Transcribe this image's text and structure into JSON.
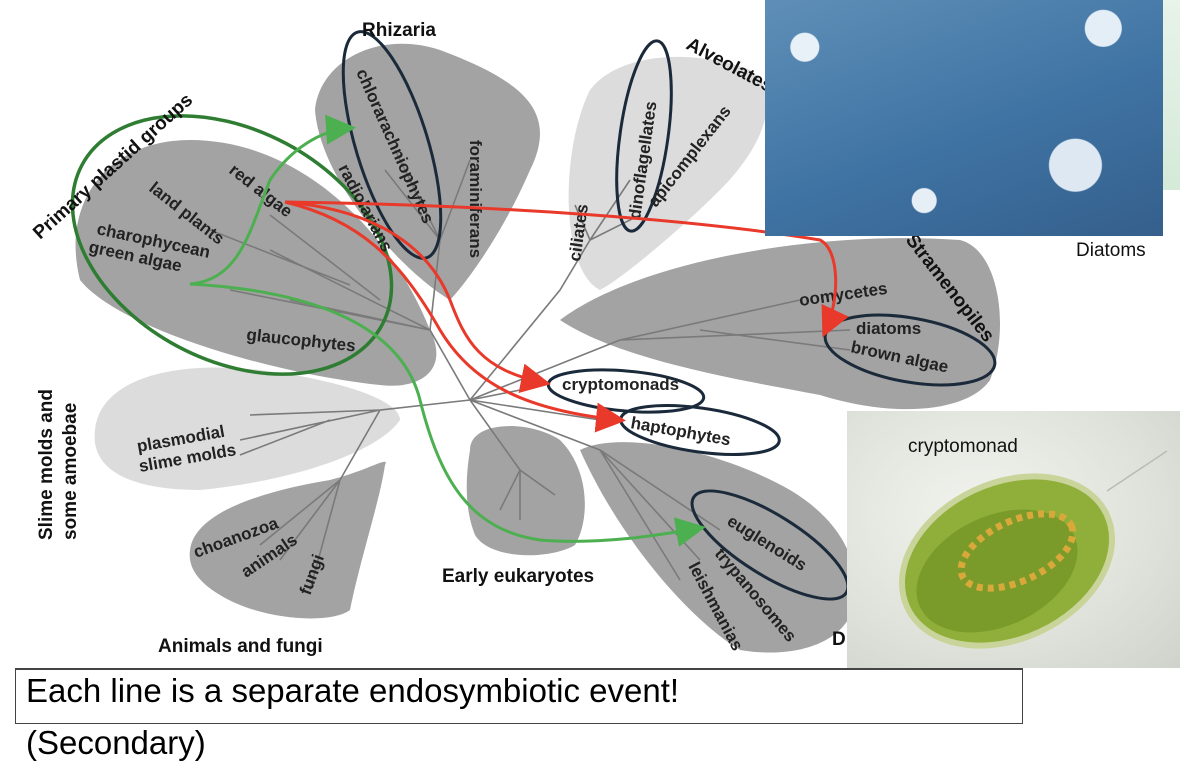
{
  "groups": {
    "rhizaria": "Rhizaria",
    "alveolates": "Alveolates",
    "stramenopiles": "Stramenopiles",
    "primary_plastid": "Primary plastid groups",
    "slime_molds": "Slime molds and",
    "slime_molds_2": "some amoebae",
    "animals_fungi": "Animals and fungi",
    "early_eukaryotes": "Early eukaryotes",
    "discicristates": "D"
  },
  "taxa": {
    "red_algae": "red algae",
    "land_plants": "land plants",
    "charophycean": "charophycean",
    "green_algae": "green algae",
    "glaucophytes": "glaucophytes",
    "chlorarachniophytes": "chlorarachniophytes",
    "radiolarians": "radiolarians",
    "foraminiferans": "foraminiferans",
    "ciliates": "ciliates",
    "dinoflagellates": "dinoflagellates",
    "apicomplexans": "apicomplexans",
    "oomycetes": "oomycetes",
    "diatoms": "diatoms",
    "brown_algae": "brown algae",
    "cryptomonads": "cryptomonads",
    "haptophytes": "haptophytes",
    "plasmodial": "plasmodial",
    "slime_molds": "slime molds",
    "choanozoa": "choanozoa",
    "animals": "animals",
    "fungi": "fungi",
    "euglenoids": "euglenoids",
    "trypanosomes": "trypanosomes",
    "leishmanias": "leishmanias"
  },
  "photos": {
    "diatoms_caption": "Diatoms",
    "cryptomonad_caption": "cryptomonad"
  },
  "caption": {
    "main": "Each line is a separate endosymbiotic event!",
    "sub": "(Secondary)"
  },
  "colors": {
    "red_arrow": "#e8392a",
    "green_arrow": "#4caf50",
    "dark_green_ring": "#2e7d32",
    "navy_ring": "#1b2a3a",
    "dark_clade": "#9e9e9e",
    "light_clade": "#d6d6d6"
  }
}
